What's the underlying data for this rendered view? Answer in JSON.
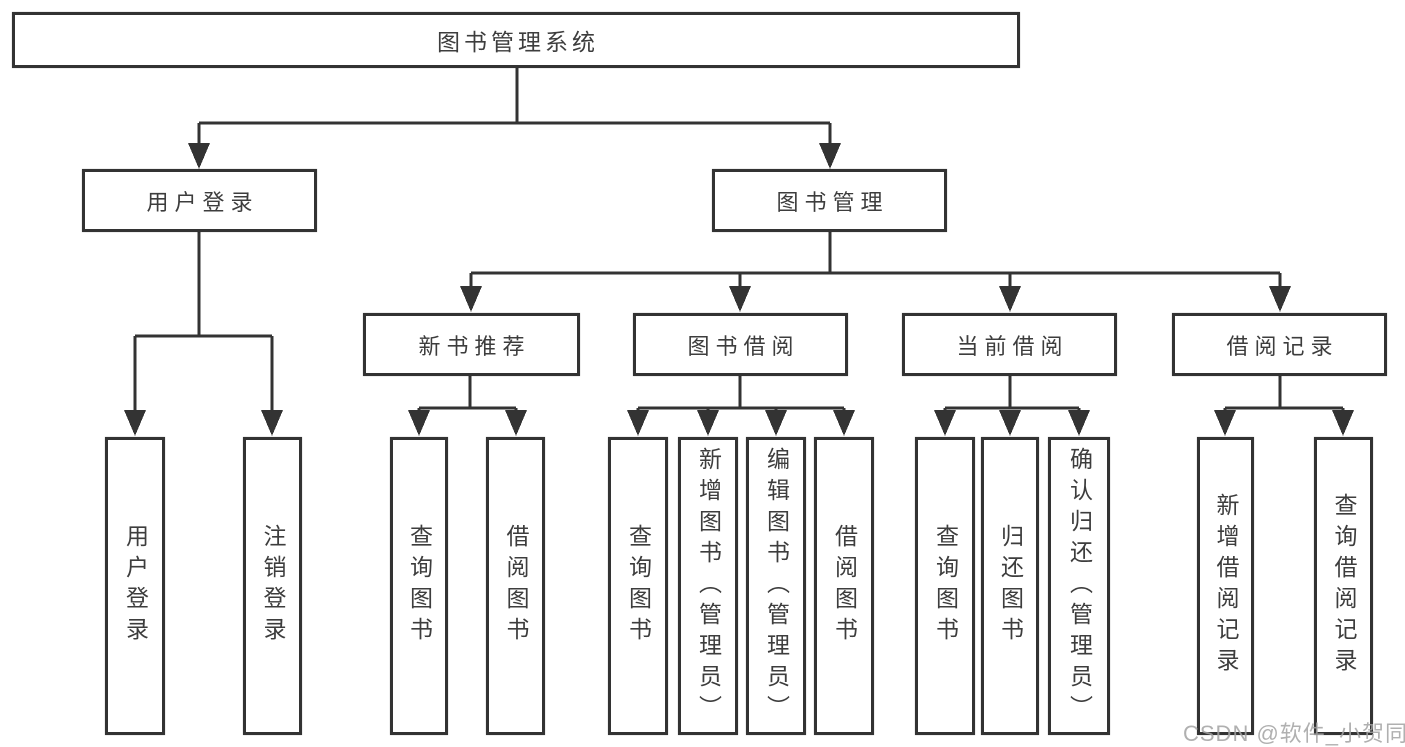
{
  "diagram": {
    "watermark": "CSDN @软件_小贺同学",
    "colors": {
      "line": "#333333",
      "border": "#333333",
      "text": "#3d3d3d",
      "watermark": "#a3a3a3",
      "background": "#ffffff"
    },
    "nodes": {
      "root": {
        "label": "图书管理系统"
      },
      "user_login": {
        "label": "用户登录"
      },
      "book_mgmt": {
        "label": "图书管理"
      },
      "new_book_rec": {
        "label": "新书推荐"
      },
      "book_borrow": {
        "label": "图书借阅"
      },
      "current_borrow": {
        "label": "当前借阅"
      },
      "borrow_records": {
        "label": "借阅记录"
      },
      "leaf_user_login": {
        "label": "用户登录"
      },
      "leaf_logout": {
        "label": "注销登录"
      },
      "leaf_query_book_1": {
        "label": "查询图书"
      },
      "leaf_borrow_book_1": {
        "label": "借阅图书"
      },
      "leaf_query_book_2": {
        "label": "查询图书"
      },
      "leaf_add_book": {
        "label": "新增图书（管理员）"
      },
      "leaf_edit_book": {
        "label": "编辑图书（管理员）"
      },
      "leaf_borrow_book_2": {
        "label": "借阅图书"
      },
      "leaf_query_book_3": {
        "label": "查询图书"
      },
      "leaf_return_book": {
        "label": "归还图书"
      },
      "leaf_confirm_return": {
        "label": "确认归还（管理员）"
      },
      "leaf_add_record": {
        "label": "新增借阅记录"
      },
      "leaf_query_record": {
        "label": "查询借阅记录"
      }
    }
  }
}
